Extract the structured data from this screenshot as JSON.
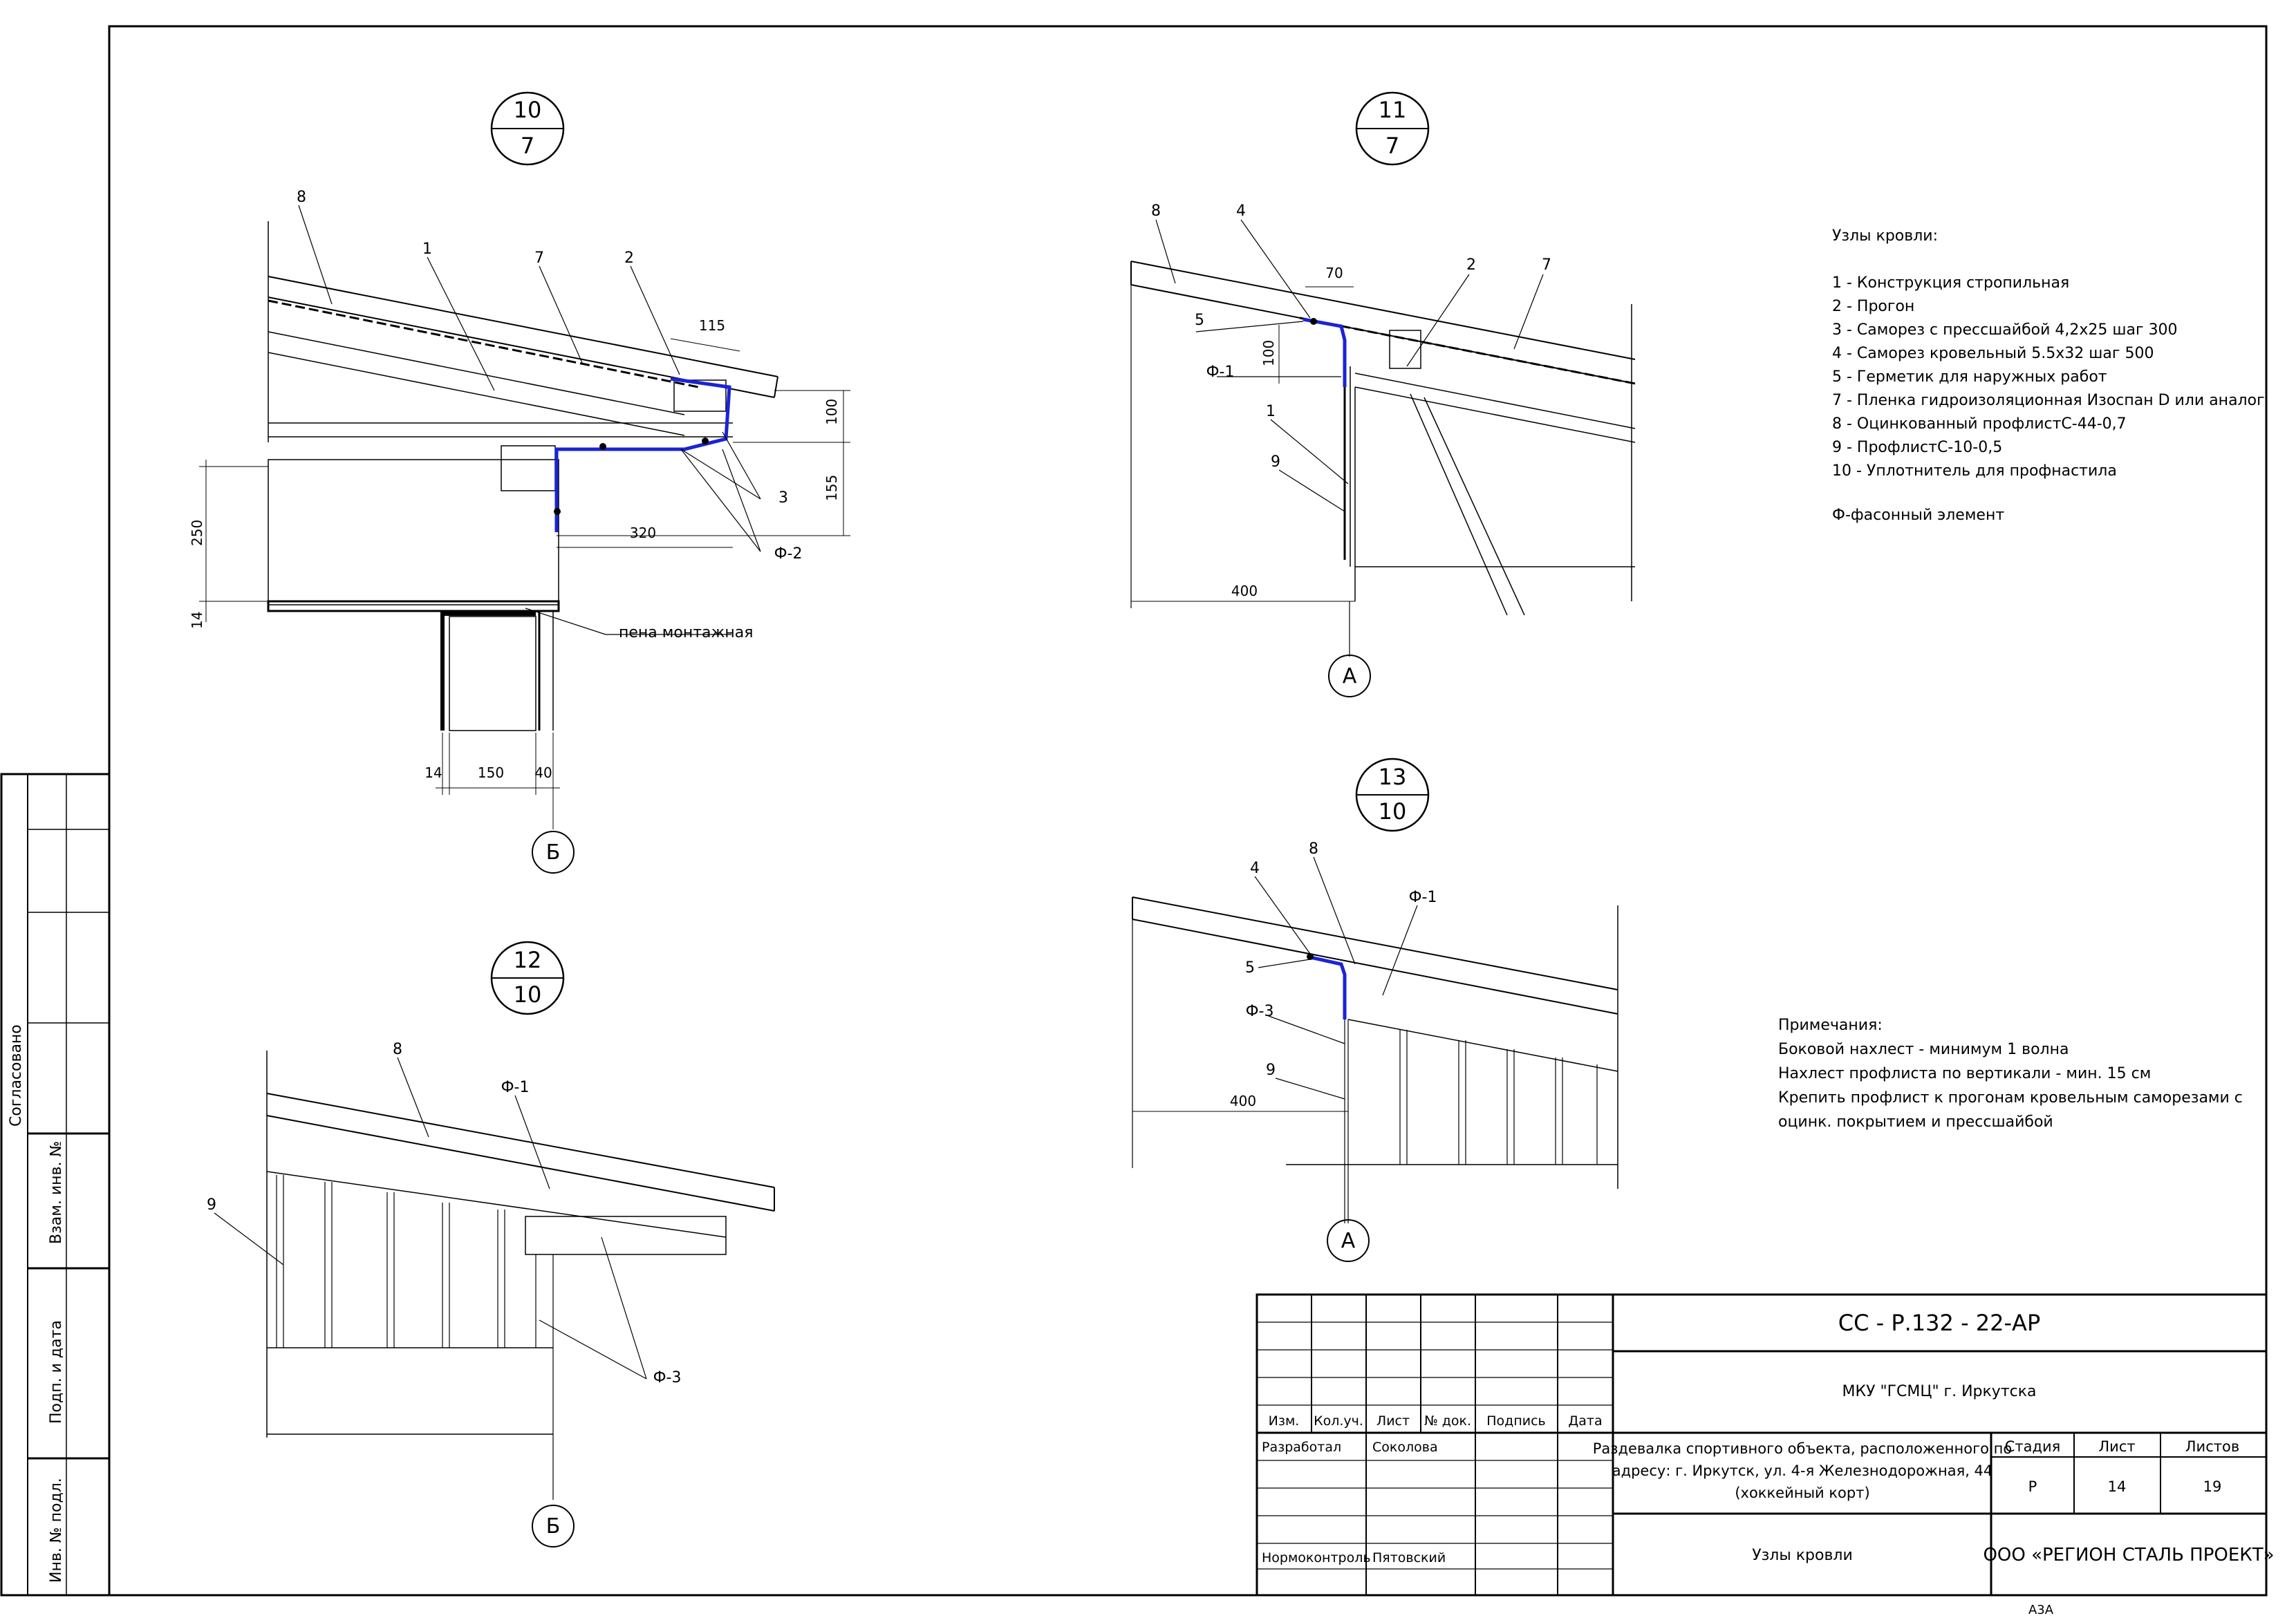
{
  "views": {
    "v10": {
      "num": "10",
      "sheet": "7"
    },
    "v11": {
      "num": "11",
      "sheet": "7"
    },
    "v12": {
      "num": "12",
      "sheet": "10"
    },
    "v13": {
      "num": "13",
      "sheet": "10"
    }
  },
  "callouts": {
    "v10": {
      "c8": "8",
      "c1": "1",
      "c7": "7",
      "c2": "2",
      "c3": "3",
      "f2": "Ф-2",
      "foam": "пена монтажная"
    },
    "v11": {
      "c8": "8",
      "c4": "4",
      "c5": "5",
      "f1": "Ф-1",
      "c1": "1",
      "c9": "9",
      "c2": "2",
      "c7": "7"
    },
    "v12": {
      "c8": "8",
      "f1": "Ф-1",
      "c9": "9",
      "f3": "Ф-3"
    },
    "v13": {
      "c4": "4",
      "c8": "8",
      "f1": "Ф-1",
      "c5": "5",
      "f3": "Ф-3",
      "c9": "9"
    }
  },
  "dims": {
    "v10": {
      "d115": "115",
      "d100": "100",
      "d155": "155",
      "d320": "320",
      "d250": "250",
      "d14v": "14",
      "d14": "14",
      "d150": "150",
      "d40": "40"
    },
    "v11": {
      "d70": "70",
      "d100": "100",
      "d400": "400"
    },
    "v13": {
      "d400": "400"
    }
  },
  "axes": {
    "b1": "Б",
    "a1": "А",
    "a2": "А",
    "b2": "Б"
  },
  "legend": {
    "title": "Узлы кровли:",
    "items": [
      "1 - Конструкция стропильная",
      "2 - Прогон",
      "3 - Саморез с прессшайбой 4,2х25 шаг 300",
      "4 - Саморез кровельный 5.5х32 шаг 500",
      "5 - Герметик для наружных работ",
      "7 - Пленка гидроизоляционная Изоспан D или аналог",
      "8 - Оцинкованный профлистС-44-0,7",
      "9 - ПрофлистС-10-0,5",
      "10 - Уплотнитель для профнастила"
    ],
    "note": "Ф-фасонный элемент"
  },
  "notes": {
    "title": "Примечания:",
    "lines": [
      "Боковой нахлест - минимум 1 волна",
      "Нахлест профлиста по вертикали  - мин. 15 см",
      "Крепить профлист к прогонам кровельным саморезами с",
      "оцинк. покрытием и прессшайбой"
    ]
  },
  "left_stamp": {
    "agreed": "Согласовано",
    "swap": "Взам. инв. №",
    "sign_date": "Подп. и дата",
    "inv": "Инв. № подл."
  },
  "title_block": {
    "code": "СС - Р.132 - 22-АР",
    "client": "МКУ \"ГСМЦ\" г. Иркутска",
    "object": [
      "Раздевалка спортивного объекта, расположенного по",
      "адресу: г. Иркутск, ул. 4-я Железнодорожная, 44",
      "(хоккейный корт)"
    ],
    "sheet_title": "Узлы кровли",
    "company": "ООО «РЕГИОН СТАЛЬ ПРОЕКТ»",
    "cols": {
      "izm": "Изм.",
      "kol": "Кол.уч.",
      "list": "Лист",
      "doc": "№ док.",
      "podp": "Подпись",
      "data": "Дата"
    },
    "stage_label": "Стадия",
    "sheet_label": "Лист",
    "sheets_label": "Листов",
    "stage": "Р",
    "sheet": "14",
    "sheets": "19",
    "roles": {
      "dev": "Разработал",
      "dev_name": "Соколова",
      "norm": "Нормоконтроль",
      "norm_name": "Пятовский"
    },
    "format": "А3А"
  }
}
